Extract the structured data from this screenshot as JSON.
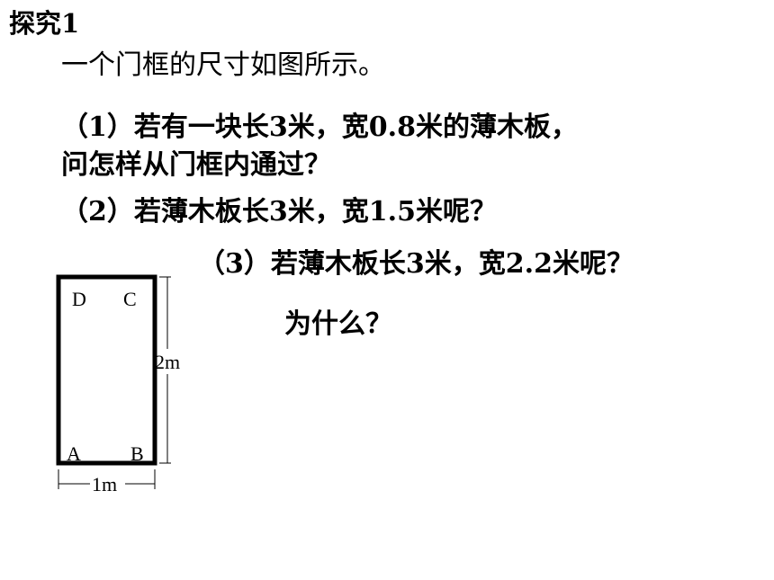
{
  "title": "探究1",
  "intro": "一个门框的尺寸如图所示。",
  "questions": {
    "q1_line1": "（1）若有一块长3米，宽0.8米的薄木板，",
    "q1_line2": "问怎样从门框内通过？",
    "q2": "（2）若薄木板长3米，宽1.5米呢？",
    "q3": "（3）若薄木板长3米，宽2.2米呢？",
    "q3_followup": "为什么？"
  },
  "diagram": {
    "vertices": {
      "top_left": "D",
      "top_right": "C",
      "bottom_left": "A",
      "bottom_right": "B"
    },
    "height_label": "2m",
    "width_label": "1m"
  }
}
